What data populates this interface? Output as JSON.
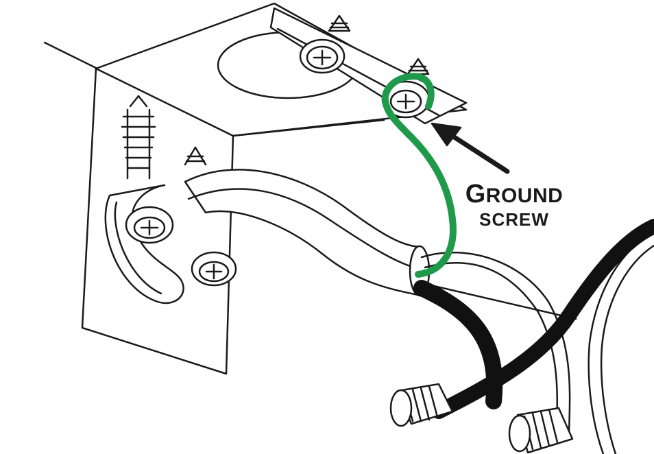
{
  "label": {
    "line1_initial": "G",
    "line1_rest": "ROUND",
    "line2": "SCREW"
  },
  "colors": {
    "ground_wire": "#1f9a4a",
    "hot_wire": "#111111",
    "line": "#1a1a1a",
    "fill": "#ffffff"
  },
  "icons": [
    "screw-icon",
    "wire-nut-icon",
    "arrow-icon"
  ]
}
